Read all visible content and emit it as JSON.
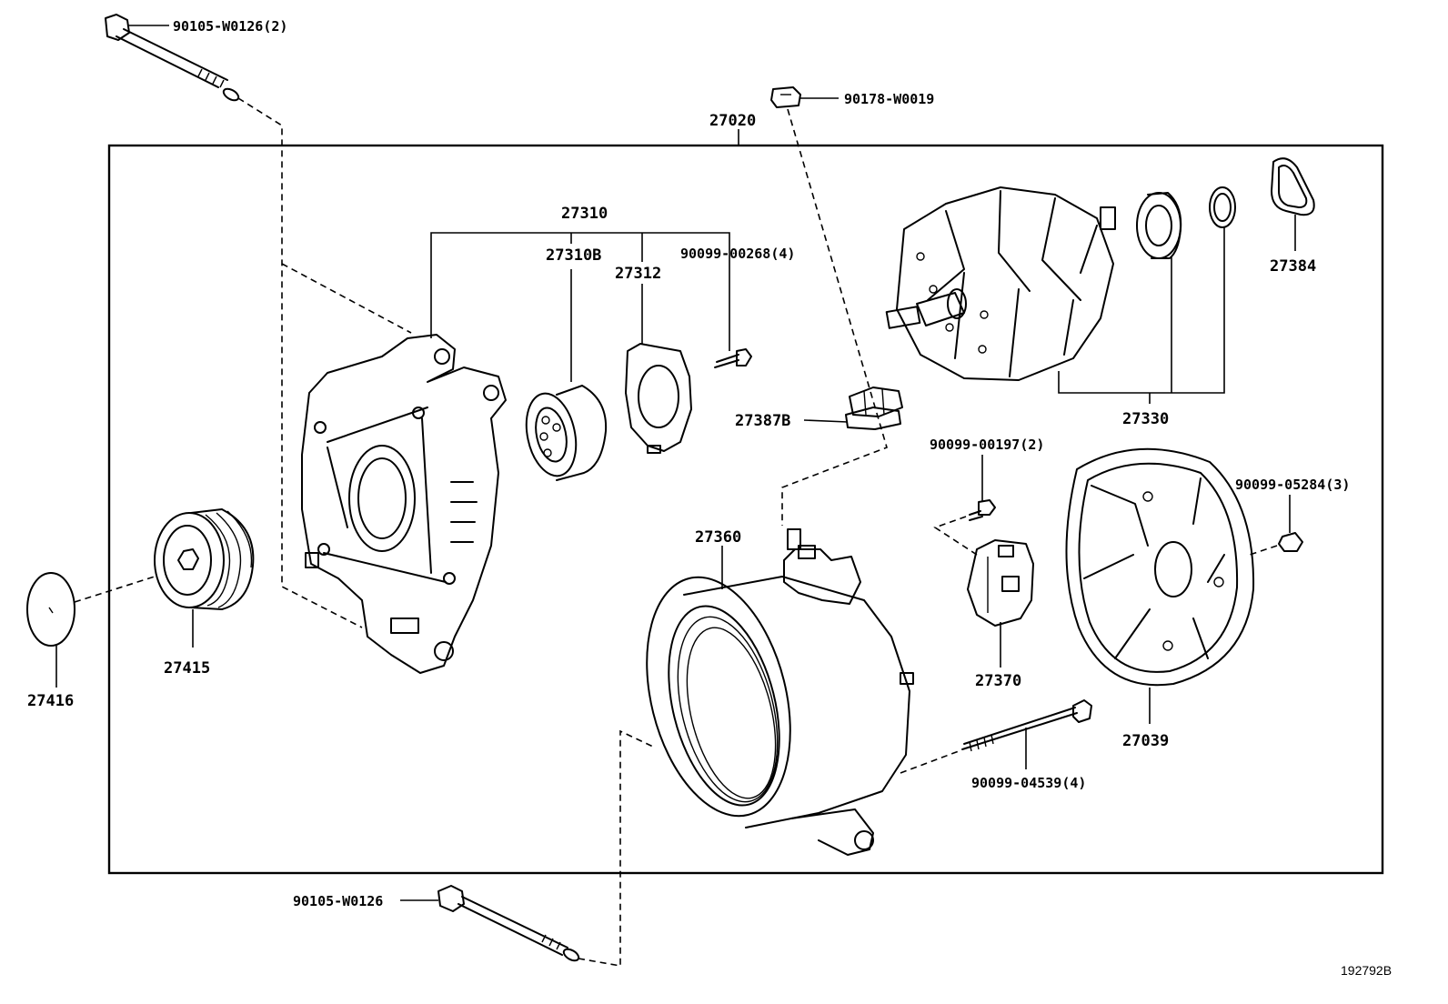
{
  "diagram": {
    "assembly_label": "27020",
    "figure_code": "192792B",
    "labels": {
      "bolt_top": "90105-W0126(2)",
      "terminal_nut": "90178-W0019",
      "drive_frame_assy": "27310",
      "frame_sub": "27310B",
      "retainer_plate": "27312",
      "plate_screw": "90099-00268(4)",
      "insulator": "27387B",
      "rotor_assy": "27330",
      "rear_cover_seal": "27384",
      "brush_screw": "90099-00197(2)",
      "cover_nut": "90099-05284(3)",
      "stator_frame": "27360",
      "brush_holder": "27370",
      "rear_end_cover": "27039",
      "through_bolt": "90099-04539(4)",
      "pulley": "27415",
      "pulley_cap": "27416",
      "bolt_bottom": "90105-W0126"
    }
  }
}
